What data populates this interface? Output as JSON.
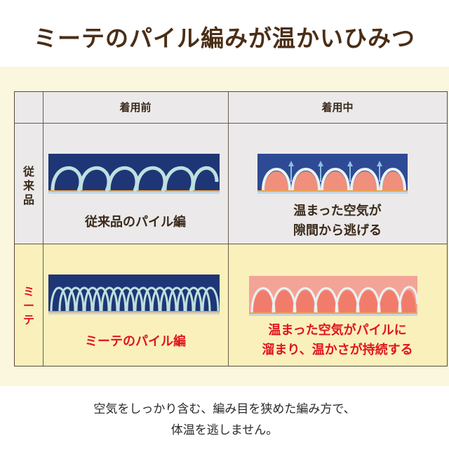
{
  "title": "ミーテのパイル編みが温かいひみつ",
  "table": {
    "col_headers": [
      "着用前",
      "着用中"
    ],
    "rows": [
      {
        "label_chars": [
          "従",
          "来",
          "品"
        ],
        "before_caption": "従来品のパイル編",
        "during_caption_lines": [
          "温まった空気が",
          "隙間から逃げる"
        ]
      },
      {
        "label_chars": [
          "ミ",
          "ー",
          "テ"
        ],
        "before_caption": "ミーテのパイル編",
        "during_caption_lines": [
          "温まった空気がパイルに",
          "溜まり、温かさが持続する"
        ]
      }
    ]
  },
  "footer": {
    "lines": [
      "空気をしっかり含む、編み目を狭めた編み方で、",
      "体温を逃しません。"
    ]
  },
  "colors": {
    "title": "#4a2e16",
    "accent_red": "#e0151b",
    "band": "#fbf6de",
    "gray_cell": "#ebe9ea",
    "yellow_cell": "#faf0bc",
    "navy": "#1e3676",
    "loop": "#bfe0df"
  }
}
